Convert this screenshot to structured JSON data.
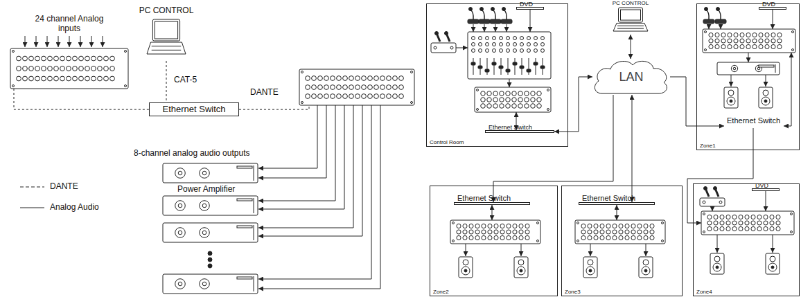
{
  "diagram": {
    "nodes": [
      {
        "text": [
          "24 channel Analog inputs"
        ]
      },
      {
        "text": [
          "PC CONTROL"
        ]
      },
      {
        "text": [
          "Ethernet Switch"
        ]
      },
      {
        "text": [
          "Control Room"
        ]
      },
      {
        "text": [
          "DVD"
        ],
        "in": 3
      },
      {
        "text": [
          "Ethernet Switch"
        ],
        "in": 3
      },
      {
        "text": [
          "PC CONTROL"
        ]
      },
      {
        "text": [
          "LAN"
        ]
      },
      {
        "text": [
          "Zone1"
        ]
      },
      {
        "text": [
          "DVD"
        ],
        "in": 8
      },
      {
        "text": [
          "Ethernet Switch"
        ],
        "in": 8
      },
      {
        "text": [
          "Zone2"
        ]
      },
      {
        "text": [
          "Ethernet Switch"
        ],
        "in": 11
      },
      {
        "text": [
          "Zone3"
        ]
      },
      {
        "text": [
          "Ethernet Switch"
        ],
        "in": 13
      },
      {
        "text": [
          "Zone4"
        ]
      },
      {
        "text": [
          "DVD"
        ],
        "in": 15
      }
    ],
    "edges": [
      {
        "from": 0,
        "to": 2,
        "arrow": "none"
      },
      {
        "from": 1,
        "to": 2,
        "label": "CAT-5",
        "arrow": "none"
      },
      {
        "from": 5,
        "to": 7,
        "arrow": "both"
      },
      {
        "from": 6,
        "to": 7,
        "arrow": "both"
      },
      {
        "from": 7,
        "to": 10,
        "arrow": "to"
      },
      {
        "from": 7,
        "to": 12,
        "arrow": "to"
      },
      {
        "from": 7,
        "to": 14,
        "arrow": "both"
      }
    ],
    "labels": [
      "DANTE",
      "8-channel analog audio outputs",
      "Power Amplifier"
    ],
    "legend": [
      {
        "text": "DANTE"
      },
      {
        "text": "Analog Audio"
      }
    ]
  }
}
